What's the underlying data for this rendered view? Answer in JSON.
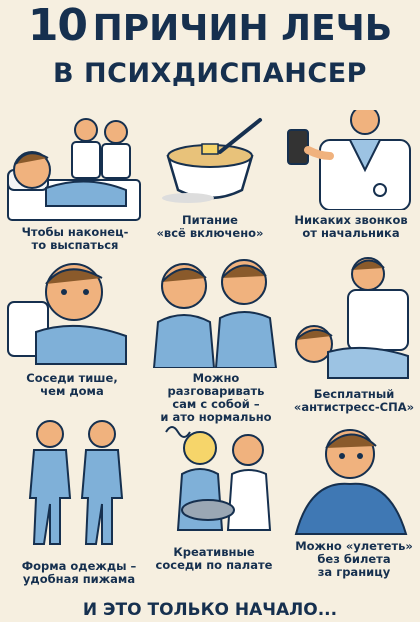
{
  "header": {
    "title_num": "10",
    "title_rest": "ПРИЧИН ЛЕЧЬ",
    "subtitle": "В ПСИХДИСПАНСЕР"
  },
  "reasons": [
    {
      "lines": [
        "Чтобы наконец-",
        "то выспаться"
      ]
    },
    {
      "lines": [
        "Питание",
        "«всё включено»"
      ]
    },
    {
      "lines": [
        "Никаких звонков",
        "от начальника"
      ]
    },
    {
      "lines": [
        "Соседи тише,",
        "чем дома"
      ]
    },
    {
      "lines": [
        "Можно разговаривать",
        "сам с собой –",
        "и ато нормально"
      ]
    },
    {
      "lines": [
        "Бесплатный",
        "«антистресс-СПА»"
      ]
    },
    {
      "lines": [
        "Форма одежды –",
        "удобная пижама"
      ]
    },
    {
      "lines": [
        "Креативные",
        "соседи по палате"
      ]
    },
    {
      "lines": [
        "Можно «улететь»",
        "без билета",
        "за границу"
      ]
    }
  ],
  "footer": "И ЭТО ТОЛЬКО НАЧАЛО...",
  "colors": {
    "background": "#f6efe0",
    "text": "#16304f",
    "pajama": "#7fb0d8",
    "skin": "#f0b27e",
    "hair": "#8a5a2b"
  }
}
